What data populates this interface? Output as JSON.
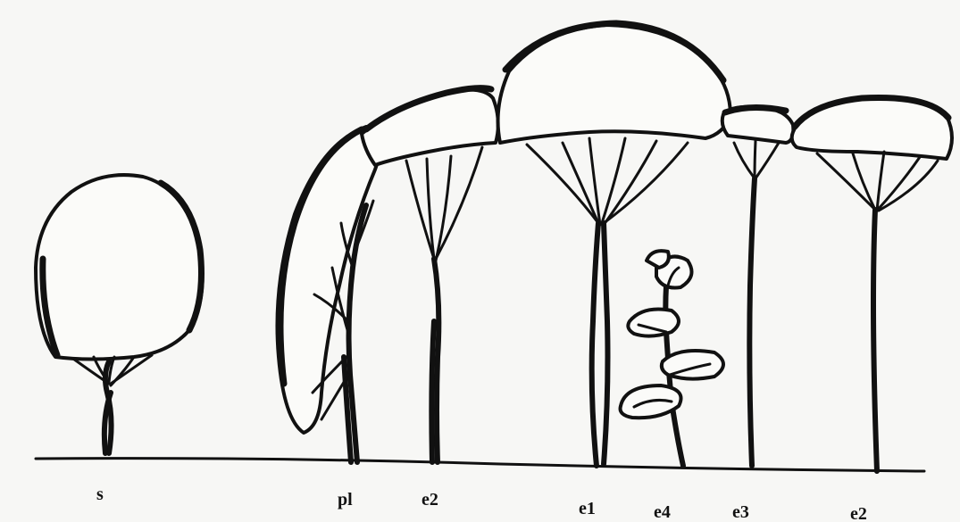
{
  "labels": {
    "s": "s",
    "pl": "pl",
    "e2_left": "e2",
    "e1": "e1",
    "e4": "e4",
    "e3": "e3",
    "e2_right": "e2"
  }
}
